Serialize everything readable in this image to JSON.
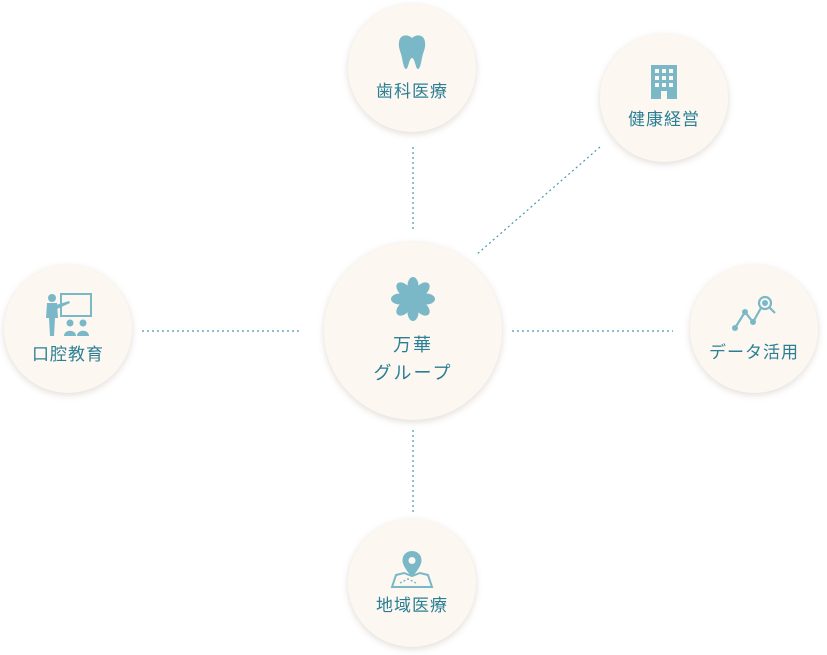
{
  "center": {
    "line1": "万華",
    "line2": "グループ",
    "icon": "flower-icon"
  },
  "nodes": {
    "dental": {
      "label": "歯科医療",
      "icon": "tooth-icon"
    },
    "health": {
      "label": "健康経営",
      "icon": "building-icon"
    },
    "education": {
      "label": "口腔教育",
      "icon": "presentation-icon"
    },
    "data": {
      "label": "データ活用",
      "icon": "analytics-icon"
    },
    "community": {
      "label": "地域医療",
      "icon": "map-pin-icon"
    }
  },
  "colors": {
    "accent": "#2b7f95",
    "icon": "#7ab8c8",
    "node_bg": "#fcf7f1",
    "connector": "#4a98ac"
  }
}
